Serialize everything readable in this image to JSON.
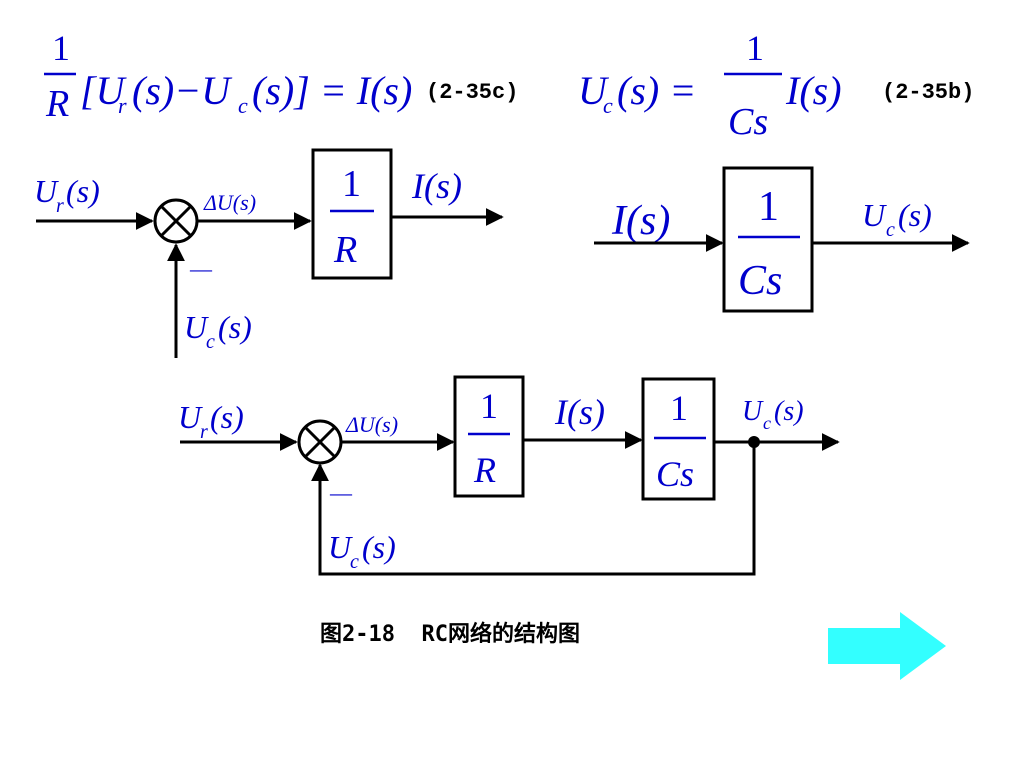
{
  "equations": {
    "eq_c": {
      "frac_num": "1",
      "frac_den": "R",
      "body": "[U",
      "sub_r": "r",
      "body2": "(s)−U",
      "sub_c": "c",
      "body3": "(s)] = I(s)",
      "label": "(2-35c)"
    },
    "eq_b": {
      "lhs": "U",
      "lhs_sub": "c",
      "lhs_rest": "(s) =",
      "frac_num": "1",
      "frac_den": "Cs",
      "rhs": "I(s)",
      "label": "(2-35b)"
    }
  },
  "diagram1": {
    "input_U": "U",
    "input_sub": "r",
    "input_rest": "(s)",
    "delta": "ΔU(s)",
    "minus": "—",
    "feedback_U": "U",
    "feedback_sub": "c",
    "feedback_rest": "(s)",
    "block_num": "1",
    "block_den": "R",
    "output": "I(s)"
  },
  "diagram2": {
    "input": "I(s)",
    "block_num": "1",
    "block_den": "Cs",
    "output_U": "U",
    "output_sub": "c",
    "output_rest": "(s)"
  },
  "diagram3": {
    "input_U": "U",
    "input_sub": "r",
    "input_rest": "(s)",
    "delta": "ΔU(s)",
    "minus": "—",
    "feedback_U": "U",
    "feedback_sub": "c",
    "feedback_rest": "(s)",
    "block1_num": "1",
    "block1_den": "R",
    "mid": "I(s)",
    "block2_num": "1",
    "block2_den": "Cs",
    "output_U": "U",
    "output_sub": "c",
    "output_rest": "(s)"
  },
  "caption": "图2-18  RC网络的结构图",
  "colors": {
    "math": "#0000cc",
    "arrow_fill": "#33ffff",
    "line": "#000000"
  },
  "nav": {
    "next_icon": "right-arrow-icon"
  }
}
